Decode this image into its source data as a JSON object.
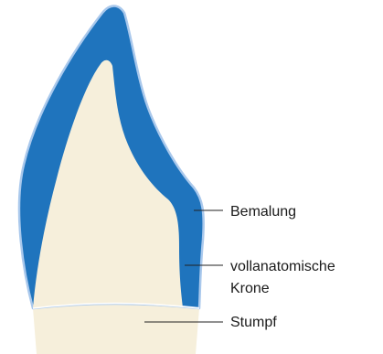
{
  "labels": {
    "painting": "Bemalung",
    "crown_line1": "vollanatomische",
    "crown_line2": "Krone",
    "stump": "Stumpf"
  },
  "colors": {
    "background": "#ffffff",
    "crown_blue": "#1f74bd",
    "outline_blue": "#a9c8ec",
    "stump_cream": "#f6efdb",
    "leader_line": "#222222",
    "text": "#1a1a1a"
  }
}
